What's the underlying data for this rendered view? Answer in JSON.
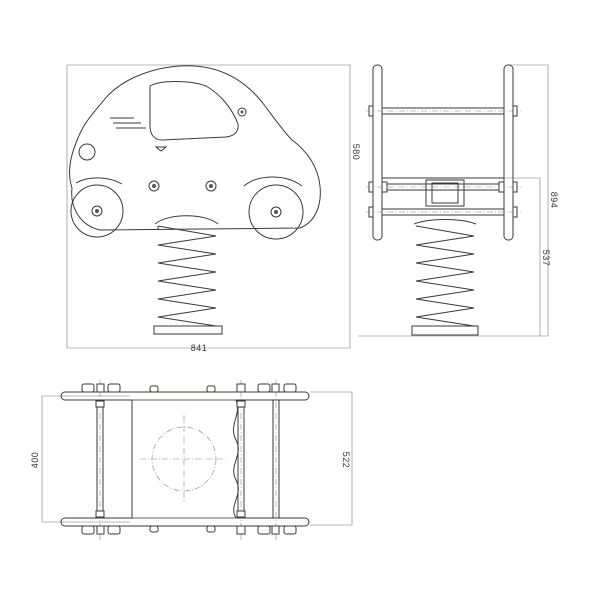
{
  "drawing": {
    "dimensions": {
      "front_width": "841",
      "front_height": "580",
      "side_height": "894",
      "side_seat_height": "537",
      "top_inner_width": "400",
      "top_outer_width": "522"
    }
  }
}
